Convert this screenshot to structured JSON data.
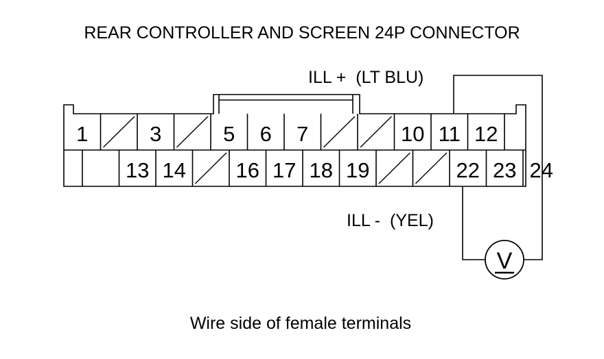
{
  "title": "REAR CONTROLLER AND SCREEN 24P CONNECTOR",
  "footer": "Wire side of female terminals",
  "connector": {
    "row1": [
      "1",
      "/",
      "3",
      "/",
      "5",
      "6",
      "7",
      "/",
      "/",
      "10",
      "11",
      "12",
      ""
    ],
    "row2": [
      "",
      "13",
      "14",
      "/",
      "16",
      "17",
      "18",
      "19",
      "/",
      "/",
      "22",
      "23",
      "24"
    ]
  },
  "wires": {
    "positive": "ILL +  (LT BLU)",
    "negative": "ILL -  (YEL)"
  },
  "meter": {
    "symbol": "V",
    "icon": "voltmeter-icon"
  }
}
